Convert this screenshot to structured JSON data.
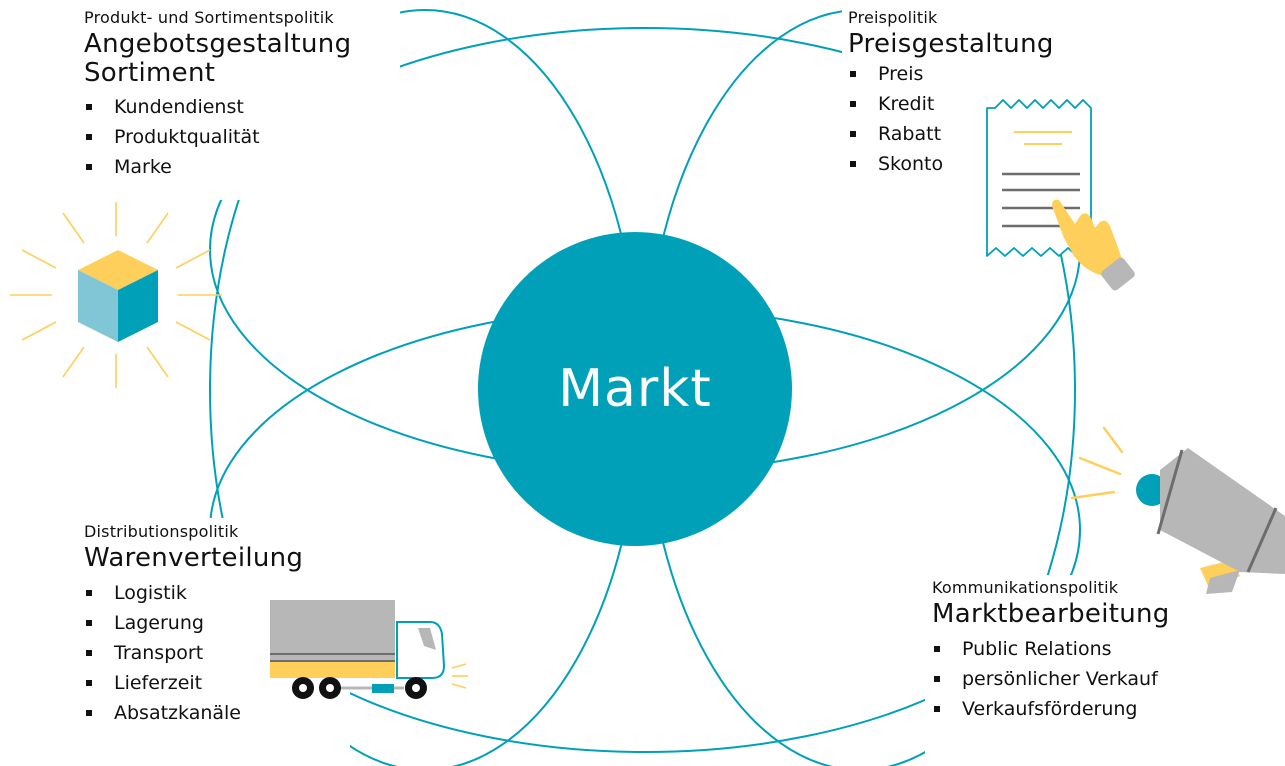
{
  "colors": {
    "primary": "#00a0b9",
    "accent": "#fecf5a",
    "gray": "#b7b7b7",
    "dark_gray": "#6d6d6d",
    "light_teal": "#80c6d6"
  },
  "center": {
    "label": "Markt"
  },
  "product": {
    "subtitle": "Produkt- und Sortimentspolitik",
    "heading_line1": "Angebotsgestaltung",
    "heading_line2": "Sortiment",
    "items": [
      "Kundendienst",
      "Produktqualität",
      "Marke"
    ],
    "icon": "box-icon"
  },
  "price": {
    "subtitle": "Preispolitik",
    "heading": "Preisgestaltung",
    "items": [
      "Preis",
      "Kredit",
      "Rabatt",
      "Skonto"
    ],
    "icon": "receipt-icon"
  },
  "distribution": {
    "subtitle": "Distributionspolitik",
    "heading": "Warenverteilung",
    "items": [
      "Logistik",
      "Lagerung",
      "Transport",
      "Lieferzeit",
      "Absatzkanäle"
    ],
    "icon": "truck-icon"
  },
  "communication": {
    "subtitle": "Kommunikationspolitik",
    "heading": "Marktbearbeitung",
    "items": [
      "Public Relations",
      "persönlicher Verkauf",
      "Verkaufsförderung"
    ],
    "icon": "megaphone-icon"
  }
}
